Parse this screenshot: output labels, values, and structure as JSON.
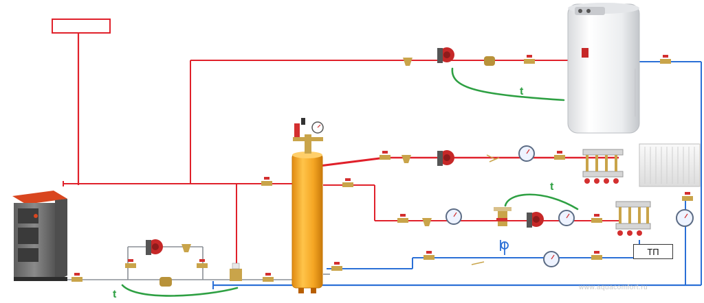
{
  "diagram": {
    "labels": {
      "tp": "ТП",
      "temp_sensor": "t",
      "watermark": "www.aquacomfort.ru"
    },
    "colors": {
      "supply_pipe": "#e0202a",
      "return_pipe": "#2a6fd6",
      "sensor_wire": "#2ea043",
      "buffer_tank": "#f5a623",
      "boiler_body": "#7a7a7a",
      "boiler_top": "#d9461f",
      "pump": "#c62828",
      "valve_handle": "#d32f2f",
      "brass": "#c9a44a",
      "expansion_tank_outline": "#e0202a"
    },
    "icons": [
      "solid-fuel-boiler-icon",
      "buffer-tank-icon",
      "indirect-water-heater-icon",
      "circulation-pump-icon",
      "ball-valve-icon",
      "check-valve-icon",
      "strainer-icon",
      "pressure-gauge-icon",
      "thermometer-icon",
      "mixing-valve-icon",
      "manifold-icon",
      "radiator-icon",
      "safety-group-icon",
      "expansion-tank-icon"
    ]
  }
}
